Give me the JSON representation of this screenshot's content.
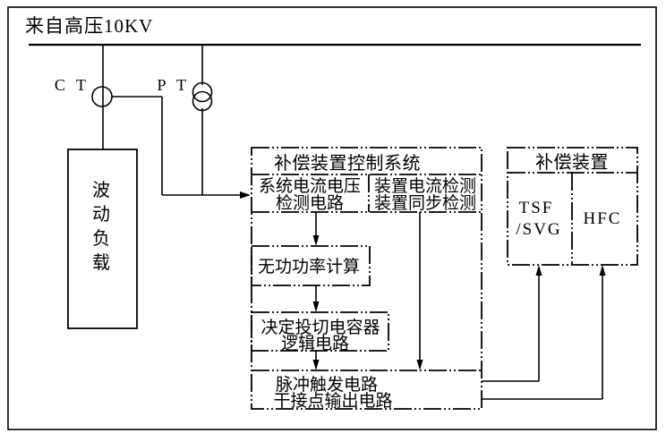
{
  "diagram": {
    "source_label": "来自高压10KV",
    "ct_label": "C T",
    "pt_label": "P T",
    "load_box": {
      "label": "波动负载",
      "chars": [
        "波",
        "动",
        "负",
        "载"
      ]
    },
    "control_system": {
      "title": "补偿装置控制系统",
      "system_detect_cell": {
        "line1": "系统电流电压",
        "line2": "检测电路"
      },
      "device_detect_cell": {
        "line1": "装置电流检测",
        "line2": "装置同步检测"
      },
      "reactive_power_box": {
        "line1": "无功功率计算"
      },
      "logic_box": {
        "line1": "决定投切电容器",
        "line2": "逻辑电路"
      },
      "output_box": {
        "line1": "脉冲触发电路",
        "line2": "干接点输出电路"
      }
    },
    "compensation": {
      "title": "补偿装置",
      "tsf_cell": {
        "line1": "TSF",
        "line2": "/SVG"
      },
      "hfc_cell": {
        "line1": "HFC"
      }
    },
    "colors": {
      "line": "#000000",
      "background": "#ffffff"
    }
  }
}
